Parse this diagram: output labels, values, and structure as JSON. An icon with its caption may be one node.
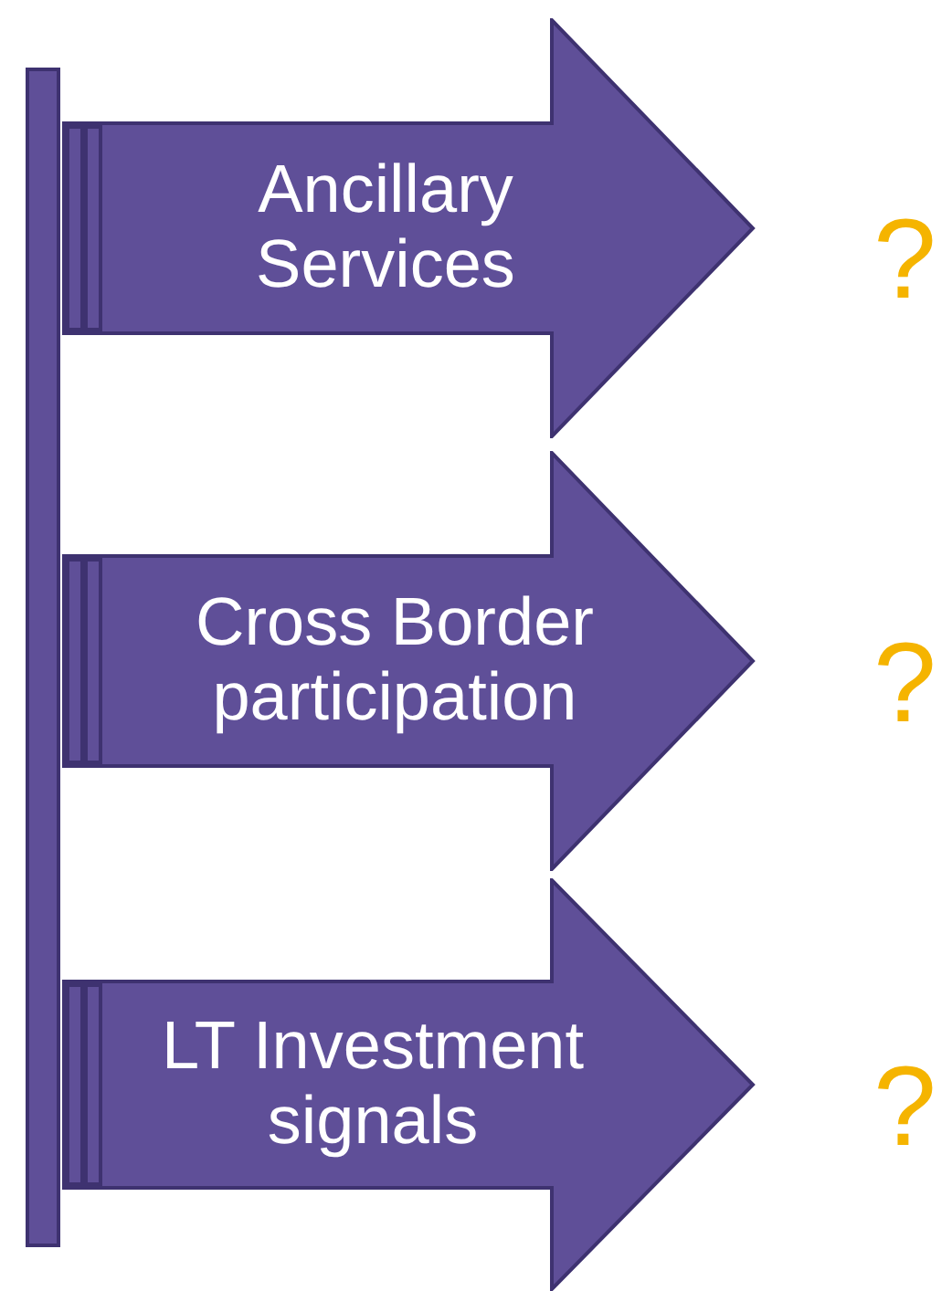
{
  "diagram": {
    "nodes": [
      {
        "text": [],
        "shape": "bar"
      },
      {
        "text": [
          "Ancillary Services"
        ]
      },
      {
        "text": [
          "Cross Border participation"
        ]
      },
      {
        "text": [
          "LT Investment signals"
        ]
      }
    ],
    "labels": [
      "?",
      "?",
      "?"
    ]
  }
}
